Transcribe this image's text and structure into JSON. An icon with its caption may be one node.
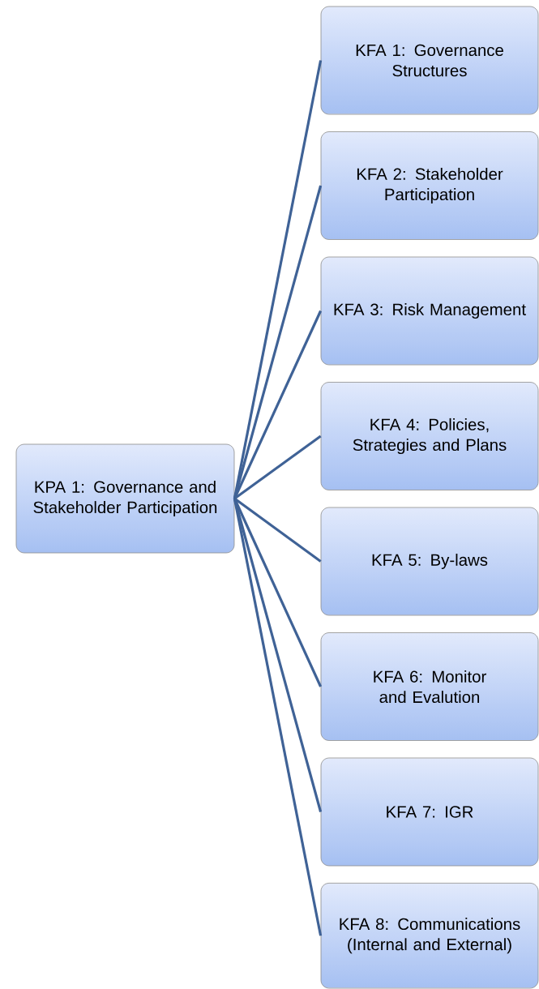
{
  "diagram": {
    "nodes": [
      {
        "text": [
          "KPA 1: Governance and Stakeholder Participation"
        ]
      },
      {
        "text": [
          "KFA 1: Governance Structures"
        ]
      },
      {
        "text": [
          "KFA 2: Stakeholder Participation"
        ]
      },
      {
        "text": [
          "KFA 3: Risk Management"
        ]
      },
      {
        "text": [
          "KFA 4: Policies, Strategies and Plans"
        ]
      },
      {
        "text": [
          "KFA 5: By-laws"
        ]
      },
      {
        "text": [
          "KFA 6: Monitor and Evalution"
        ]
      },
      {
        "text": [
          "KFA 7: IGR"
        ]
      },
      {
        "text": [
          "KFA 8: Communications (Internal and External)"
        ]
      }
    ],
    "edges": [
      {
        "from": 0,
        "to": 1,
        "arrow": "none"
      },
      {
        "from": 0,
        "to": 2,
        "arrow": "none"
      },
      {
        "from": 0,
        "to": 3,
        "arrow": "none"
      },
      {
        "from": 0,
        "to": 4,
        "arrow": "none"
      },
      {
        "from": 0,
        "to": 5,
        "arrow": "none"
      },
      {
        "from": 0,
        "to": 6,
        "arrow": "none"
      },
      {
        "from": 0,
        "to": 7,
        "arrow": "none"
      },
      {
        "from": 0,
        "to": 8,
        "arrow": "none"
      }
    ]
  }
}
